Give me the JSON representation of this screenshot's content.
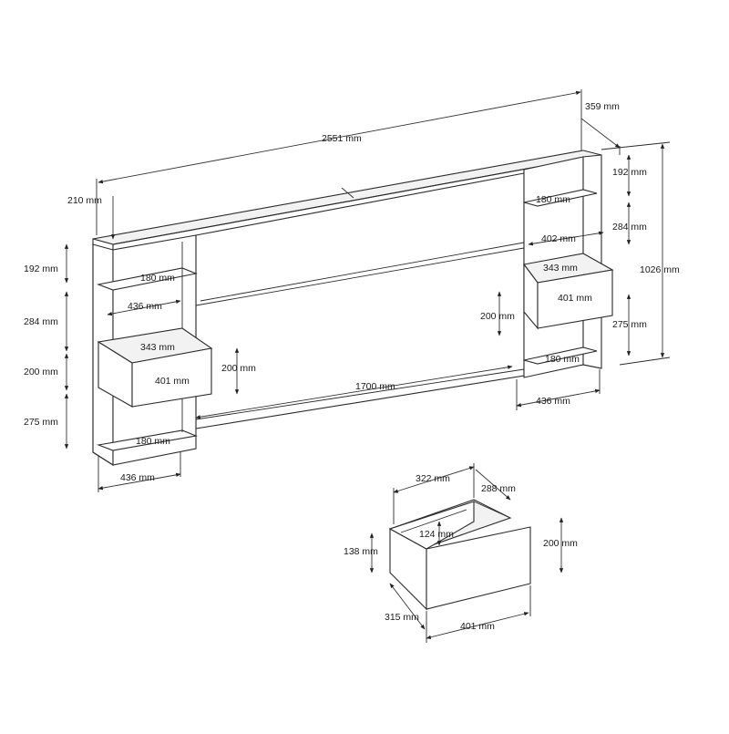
{
  "dimensions": {
    "headboard": {
      "total_width": "2551 mm",
      "depth": "359 mm",
      "top_shelf_thickness": "210 mm",
      "total_height": "1026 mm",
      "center_panel_width": "1700 mm",
      "left_shelf_height": "192 mm",
      "left_compartment_height": "284 mm",
      "left_drawer_height": "200 mm",
      "left_bottom_height": "275 mm",
      "left_upper_shelf_depth": "180 mm",
      "left_shelf_width": "436 mm",
      "left_drawer_depth": "343 mm",
      "left_drawer_width": "401 mm",
      "left_drawer_front_height": "200 mm",
      "left_bottom_shelf_depth": "180 mm",
      "left_unit_width": "436 mm",
      "right_shelf_height": "192 mm",
      "right_upper_shelf_depth": "180 mm",
      "right_compartment_height": "284 mm",
      "right_drawer_top_width": "402 mm",
      "right_drawer_depth": "343 mm",
      "right_drawer_width": "401 mm",
      "right_drawer_front_height": "200 mm",
      "right_bottom_height": "275 mm",
      "right_bottom_shelf_depth": "180 mm",
      "right_unit_width": "436 mm"
    },
    "drawer": {
      "inner_width": "322 mm",
      "depth": "288 mm",
      "inner_height": "124 mm",
      "side_height": "138 mm",
      "front_height": "200 mm",
      "side_depth": "315 mm",
      "front_width": "401 mm"
    }
  },
  "arrow_icon": "dimension-arrow-icon"
}
